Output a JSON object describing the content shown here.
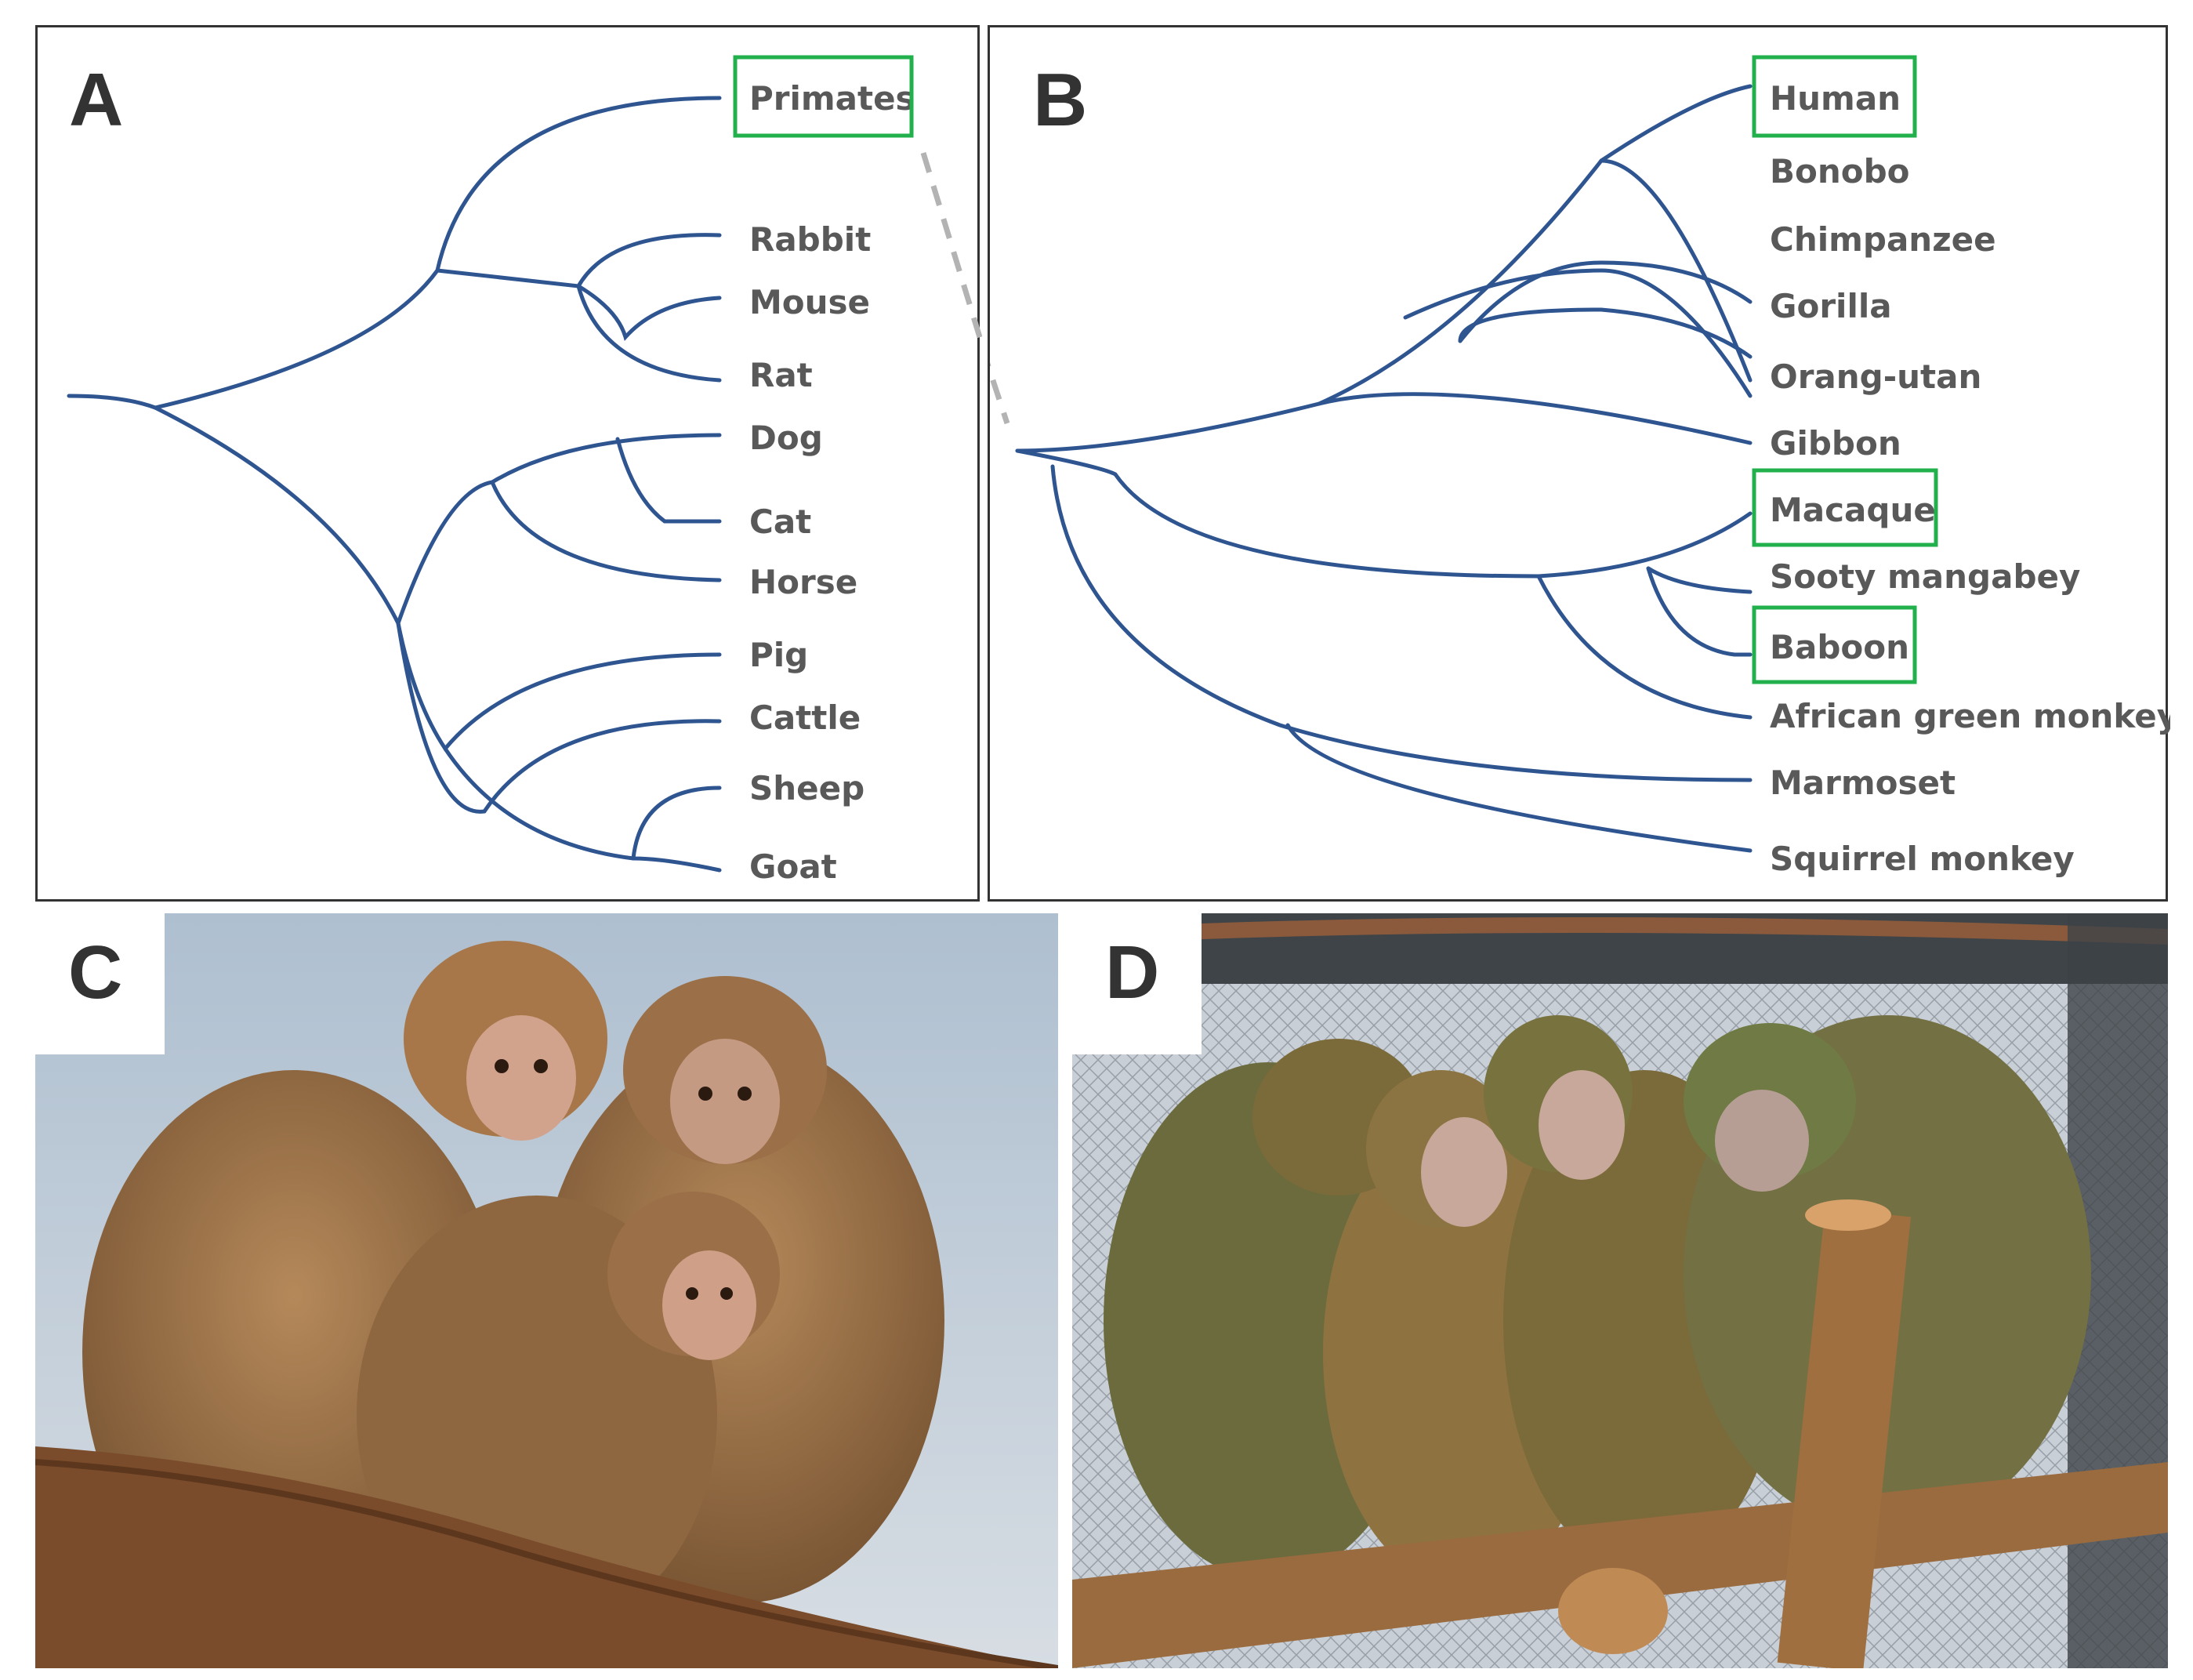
{
  "panels": {
    "a": {
      "letter": "A",
      "leaves": [
        "Primates",
        "Rabbit",
        "Mouse",
        "Rat",
        "Dog",
        "Cat",
        "Horse",
        "Pig",
        "Cattle",
        "Sheep",
        "Goat"
      ]
    },
    "b": {
      "letter": "B",
      "leaves": [
        "Human",
        "Bonobo",
        "Chimpanzee",
        "Gorilla",
        "Orang-utan",
        "Gibbon",
        "Macaque",
        "Sooty mangabey",
        "Baboon",
        "African green monkey",
        "Marmoset",
        "Squirrel monkey"
      ]
    },
    "c": {
      "letter": "C",
      "subject": "rhesus macaques on branch"
    },
    "d": {
      "letter": "D",
      "subject": "baboons on wooden perch in enclosure"
    }
  },
  "highlighted": [
    "Primates",
    "Human",
    "Macaque",
    "Baboon"
  ],
  "colors": {
    "branch": "#2f5591",
    "highlight": "#21b04b",
    "label": "#595959",
    "connector": "#b3b3b3"
  }
}
